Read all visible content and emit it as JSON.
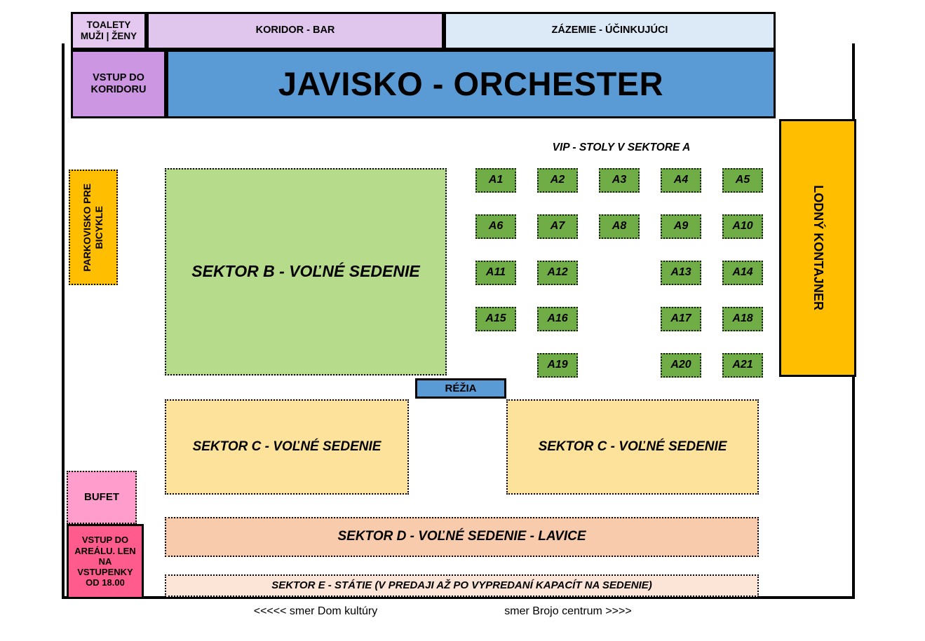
{
  "top_strip": {
    "toalety": "TOALETY\nMUŽI | ŽENY",
    "toalety_line1": "TOALETY",
    "toalety_line2": "MUŽI | ŽENY",
    "koridor_bar": "KORIDOR - BAR",
    "zazemie": "ZÁZEMIE - ÚČINKUJÚCI"
  },
  "stage_row": {
    "vstup_koridoru_line1": "VSTUP DO",
    "vstup_koridoru_line2": "KORIDORU",
    "javisko": "JAVISKO - ORCHESTER"
  },
  "left_side": {
    "parkovisko_line1": "PARKOVISKO PRE",
    "parkovisko_line2": "BICYKLE",
    "bufet": "BUFET",
    "vstup_arealu_line1": "VSTUP DO",
    "vstup_arealu_line2": "AREÁLU. LEN",
    "vstup_arealu_line3": "NA",
    "vstup_arealu_line4": "VSTUPENKY",
    "vstup_arealu_line5": "OD 18.00"
  },
  "right_side": {
    "kontajner": "LODNÝ KONTAJNER"
  },
  "vip": {
    "title": "VIP - STOLY V SEKTORE A",
    "tables": [
      {
        "label": "A1",
        "col": 1,
        "row": 1
      },
      {
        "label": "A2",
        "col": 2,
        "row": 1
      },
      {
        "label": "A3",
        "col": 3,
        "row": 1
      },
      {
        "label": "A4",
        "col": 4,
        "row": 1
      },
      {
        "label": "A5",
        "col": 5,
        "row": 1
      },
      {
        "label": "A6",
        "col": 1,
        "row": 2
      },
      {
        "label": "A7",
        "col": 2,
        "row": 2
      },
      {
        "label": "A8",
        "col": 3,
        "row": 2
      },
      {
        "label": "A9",
        "col": 4,
        "row": 2
      },
      {
        "label": "A10",
        "col": 5,
        "row": 2
      },
      {
        "label": "A11",
        "col": 1,
        "row": 3
      },
      {
        "label": "A12",
        "col": 2,
        "row": 3
      },
      {
        "label": "A13",
        "col": 4,
        "row": 3
      },
      {
        "label": "A14",
        "col": 5,
        "row": 3
      },
      {
        "label": "A15",
        "col": 1,
        "row": 4
      },
      {
        "label": "A16",
        "col": 2,
        "row": 4
      },
      {
        "label": "A17",
        "col": 4,
        "row": 4
      },
      {
        "label": "A18",
        "col": 5,
        "row": 4
      },
      {
        "label": "A19",
        "col": 2,
        "row": 5
      },
      {
        "label": "A20",
        "col": 4,
        "row": 5
      },
      {
        "label": "A21",
        "col": 5,
        "row": 5
      }
    ]
  },
  "sectors": {
    "sektor_b": "SEKTOR B - VOĽNÉ SEDENIE",
    "rezia": "RÉŽIA",
    "sektor_c_left": "SEKTOR C - VOĽNÉ SEDENIE",
    "sektor_c_right": "SEKTOR C - VOĽNÉ SEDENIE",
    "sektor_d": "SEKTOR D - VOĽNÉ SEDENIE - LAVICE",
    "sektor_e": "SEKTOR E - STÁTIE (V PREDAJI AŽ PO VYPREDANÍ KAPACÍT NA SEDENIE)"
  },
  "directions": {
    "left": "<<<<< smer Dom kultúry",
    "right": "smer Brojo centrum >>>>"
  },
  "colors": {
    "stage": "#5B9BD5",
    "corridor_bar": "#E0C6EC",
    "toilets": "#E5C8F0",
    "backstage": "#DCE9F7",
    "corridor_entry": "#CC96E3",
    "vip_table": "#70AD47",
    "sector_b": "#B6DB8B",
    "sector_c": "#FDE29B",
    "sector_d": "#F8CBAD",
    "sector_e": "#FCE4D6",
    "orange_box": "#FFBF00",
    "buffet": "#FF9ECD",
    "entry_ticket": "#FF5C8D"
  },
  "vip_grid_geometry": {
    "col_x": [
      678,
      766,
      854,
      942,
      1030
    ],
    "row_y": [
      240,
      306,
      372,
      438,
      504
    ]
  }
}
